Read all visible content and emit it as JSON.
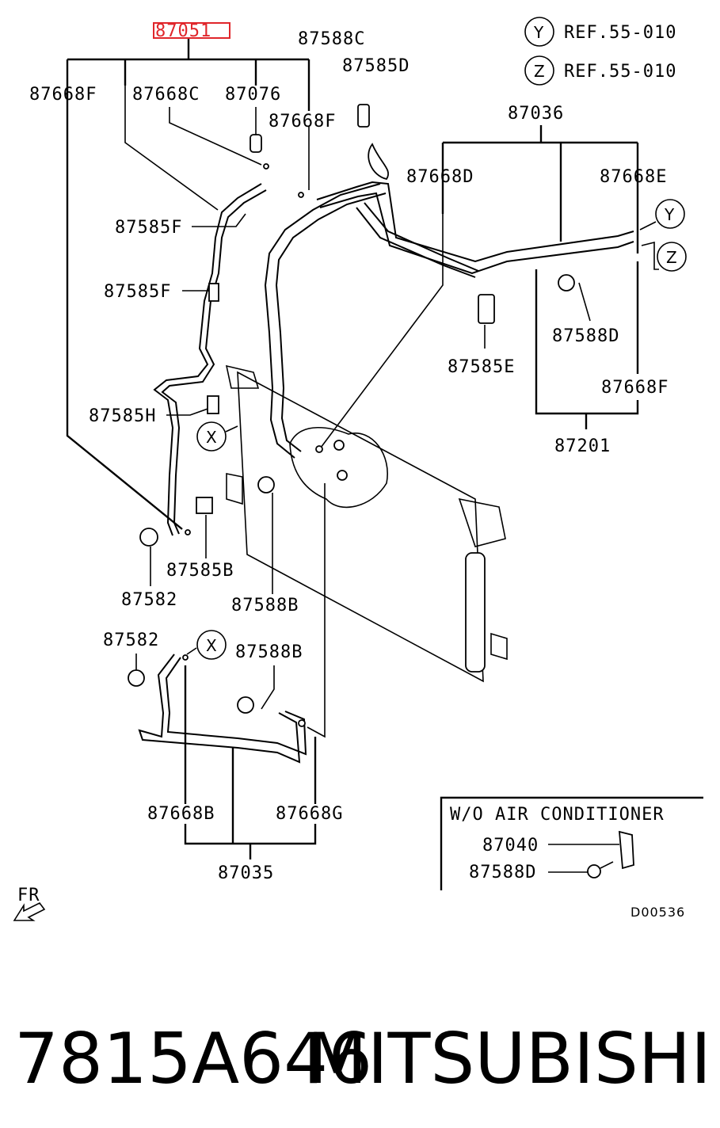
{
  "diagram": {
    "highlighted_part": "87051",
    "refs": [
      {
        "marker": "Y",
        "text": "REF.55-010"
      },
      {
        "marker": "Z",
        "text": "REF.55-010"
      }
    ],
    "labels": {
      "p87668F_a": "87668F",
      "p87668C": "87668C",
      "p87076": "87076",
      "p87588C": "87588C",
      "p87585D": "87585D",
      "p87668F_b": "87668F",
      "p87036": "87036",
      "p87668D": "87668D",
      "p87668E": "87668E",
      "p87585F_a": "87585F",
      "p87585F_b": "87585F",
      "p87588D_a": "87588D",
      "p87585E": "87585E",
      "p87668F_c": "87668F",
      "p87585H": "87585H",
      "p87201": "87201",
      "p87585B": "87585B",
      "p87582_a": "87582",
      "p87588B_a": "87588B",
      "p87582_b": "87582",
      "p87588B_b": "87588B",
      "p87668B": "87668B",
      "p87668G": "87668G",
      "p87035": "87035"
    },
    "markers": {
      "x1": "X",
      "x2": "X",
      "y": "Y",
      "z": "Z"
    },
    "inset": {
      "title": "W/O AIR CONDITIONER",
      "part1": "87040",
      "part2": "87588D"
    },
    "direction": "FR",
    "drawing_code": "D00536"
  },
  "caption": {
    "part_number": "7815A646",
    "brand": "MITSUBISHI"
  },
  "colors": {
    "highlight": "#e0262b",
    "line": "#000000",
    "background": "#ffffff"
  }
}
